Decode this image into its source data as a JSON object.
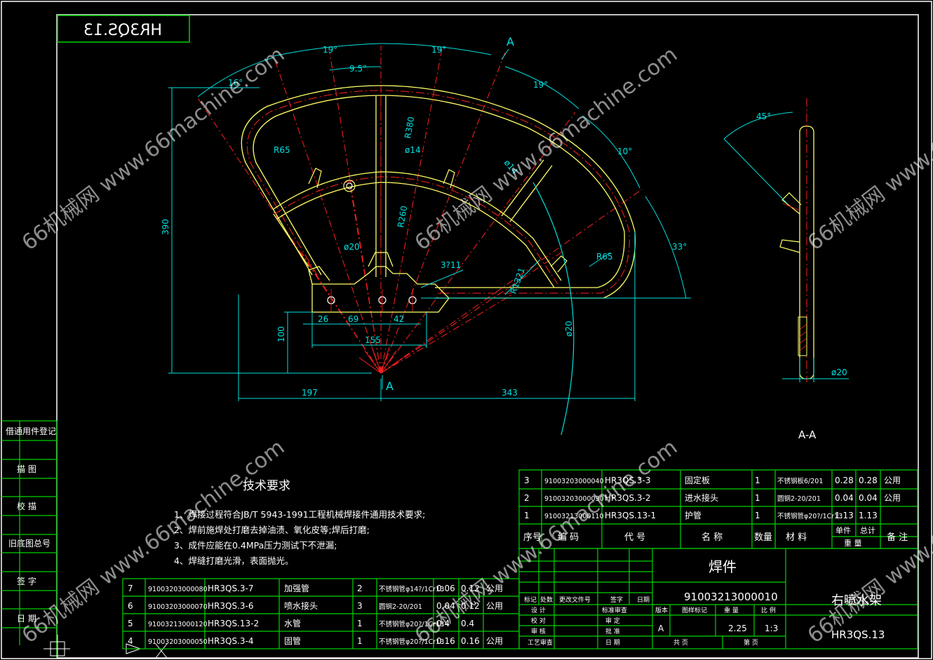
{
  "drawing_code_mirrored": "HR3QS.13",
  "dims": {
    "a_top": "A",
    "a_bottom": "A",
    "ang16": "16°",
    "ang19a": "19°",
    "ang19b": "19°",
    "ang95": "9.5°",
    "ang19c": "19°",
    "ang10": "10°",
    "ang33": "33°",
    "r380": "R380",
    "r65a": "R65",
    "r65b": "R65",
    "r260": "R260",
    "d14a": "ø14",
    "d14b": "ø14",
    "d20": "ø20",
    "d20b": "ø20",
    "r1321": "R1321",
    "d311": "3?11",
    "h390": "390",
    "h100": "100",
    "w26": "26",
    "w69": "69",
    "w42": "42",
    "w155": "155",
    "w197": "197",
    "w343": "343"
  },
  "section_view": {
    "angle": "45°",
    "diameter": "ø20",
    "label": "A-A"
  },
  "tech_requirements": {
    "title": "技术要求",
    "items": [
      "1、焊接过程符合JB/T 5943-1991工程机械焊接件通用技术要求;",
      "2、焊前施焊处打磨去掉油渍、氧化皮等;焊后打磨;",
      "3、成件应能在0.4MPa压力测试下不泄漏;",
      "4、焊缝打磨光滑，表面抛光。"
    ]
  },
  "left_strip": [
    "借通用件登记",
    "描 图",
    "校 描",
    "旧底图总号",
    "签 字",
    "日 期"
  ],
  "bom_upper": [
    [
      "3",
      "91003203000040",
      "HR3QS.3-3",
      "固定板",
      "1",
      "不锈钢板6/201",
      "0.28",
      "0.28",
      "公用"
    ],
    [
      "2",
      "91003203000030",
      "HR3QS.3-2",
      "进水接头",
      "1",
      "圆钢2-20/201",
      "0.04",
      "0.04",
      "公用"
    ],
    [
      "1",
      "91003213000110",
      "HR3QS.13-1",
      "护管",
      "1",
      "不锈钢管φ20?/1Cr13",
      "1.13",
      "1.13",
      ""
    ]
  ],
  "bom_header": [
    "序号",
    "编 码",
    "代 号",
    "名 称",
    "数量",
    "材 料",
    "单件",
    "总计",
    "备 注",
    "重 量"
  ],
  "bom_lower": [
    [
      "7",
      "91003203000080",
      "HR3QS.3-7",
      "加强管",
      "2",
      "不锈钢管φ14?/1Cr13",
      "0.06",
      "0.12",
      "公用"
    ],
    [
      "6",
      "91003203000070",
      "HR3QS.3-6",
      "喷水接头",
      "3",
      "圆钢2-20/201",
      "0.04",
      "0.12",
      "公用"
    ],
    [
      "5",
      "91003213000120",
      "HR3QS.13-2",
      "水管",
      "1",
      "不锈钢管φ20?/1Cr13",
      "0.4",
      "0.4",
      ""
    ],
    [
      "4",
      "91003203000050",
      "HR3QS.3-4",
      "固管",
      "1",
      "不锈钢管φ20?/1Cr13",
      "0.16",
      "0.16",
      "公用"
    ]
  ],
  "title_block": {
    "category": "焊件",
    "code": "91003213000010",
    "name": "右喷水架",
    "drawing_no": "HR3QS.13",
    "rev_headers": [
      "标记",
      "处数",
      "更改文件号",
      "签字",
      "日期"
    ],
    "sign_rows": [
      "设 计",
      "校 对",
      "审 核",
      "工艺审查"
    ],
    "sign_rows_right": [
      "标准审查",
      "审 定",
      "批 准",
      "日 期"
    ],
    "stage_headers": [
      "版本",
      "图样标记",
      "重 量",
      "比 例"
    ],
    "version": "A",
    "weight": "2.25",
    "scale": "1:3",
    "sheet_total": "共 页",
    "sheet_no": "第 页"
  },
  "watermark": "66机械网 www.66machine.com",
  "colors": {
    "green": "#00d400",
    "cyan": "#00e0e0",
    "yellow": "#ffff66",
    "red": "#ff2020",
    "white": "#ffffff"
  }
}
